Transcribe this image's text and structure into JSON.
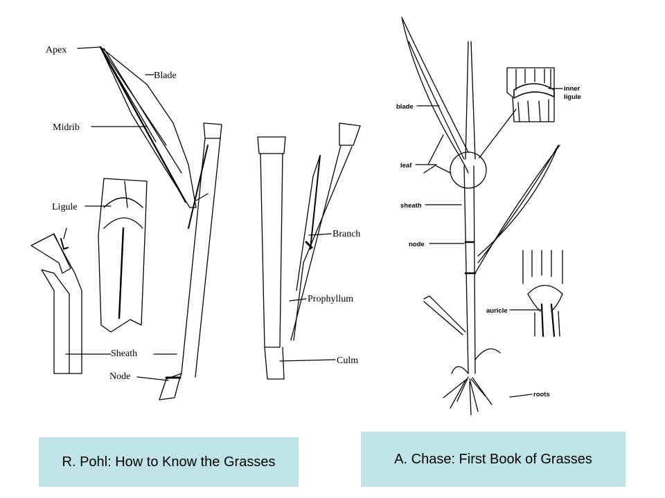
{
  "left_figure": {
    "labels": {
      "apex": "Apex",
      "blade": "Blade",
      "midrib": "Midrib",
      "ligule": "Ligule",
      "sheath": "Sheath",
      "node": "Node",
      "branch": "Branch",
      "prophyllum": "Prophyllum",
      "culm": "Culm"
    }
  },
  "right_figure": {
    "labels": {
      "blade": "blade",
      "leaf": "leaf",
      "sheath": "sheath",
      "node": "node",
      "roots": "roots",
      "inner_ligule_1": "inner",
      "inner_ligule_2": "ligule",
      "auricle": "auricle"
    }
  },
  "captions": {
    "left": "R. Pohl: How to Know the Grasses",
    "right": "A. Chase: First Book of Grasses"
  },
  "colors": {
    "caption_bg": "#bfe3e6",
    "ink": "#000000"
  }
}
